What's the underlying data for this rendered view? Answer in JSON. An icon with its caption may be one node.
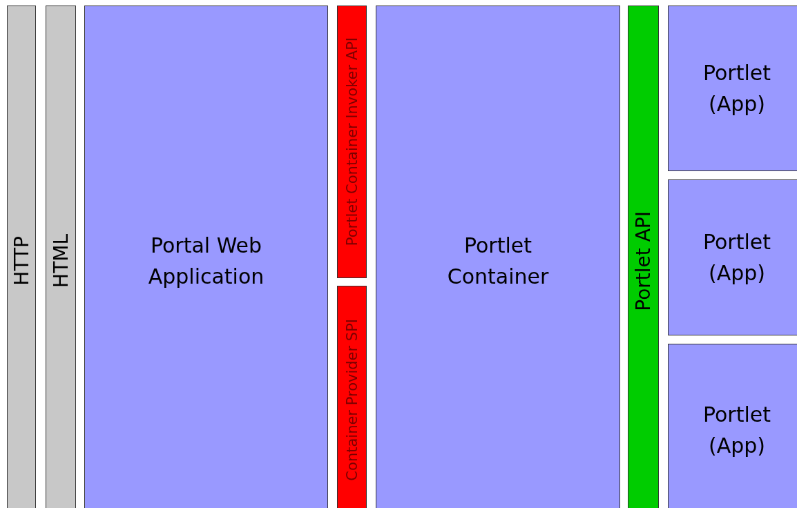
{
  "diagram": {
    "nodes": [
      {
        "text": [
          "HTTP"
        ]
      },
      {
        "text": [
          "HTML"
        ]
      },
      {
        "text": [
          "Portal Web Application"
        ]
      },
      {
        "text": [
          "Portlet Container Invoker API"
        ]
      },
      {
        "text": [
          "Container Provider SPI"
        ]
      },
      {
        "text": [
          "Portlet Container"
        ]
      },
      {
        "text": [
          "Portlet API"
        ]
      },
      {
        "text": [
          "Portlet (App)"
        ]
      },
      {
        "text": [
          "Portlet (App)"
        ]
      },
      {
        "text": [
          "Portlet (App)"
        ]
      }
    ]
  }
}
